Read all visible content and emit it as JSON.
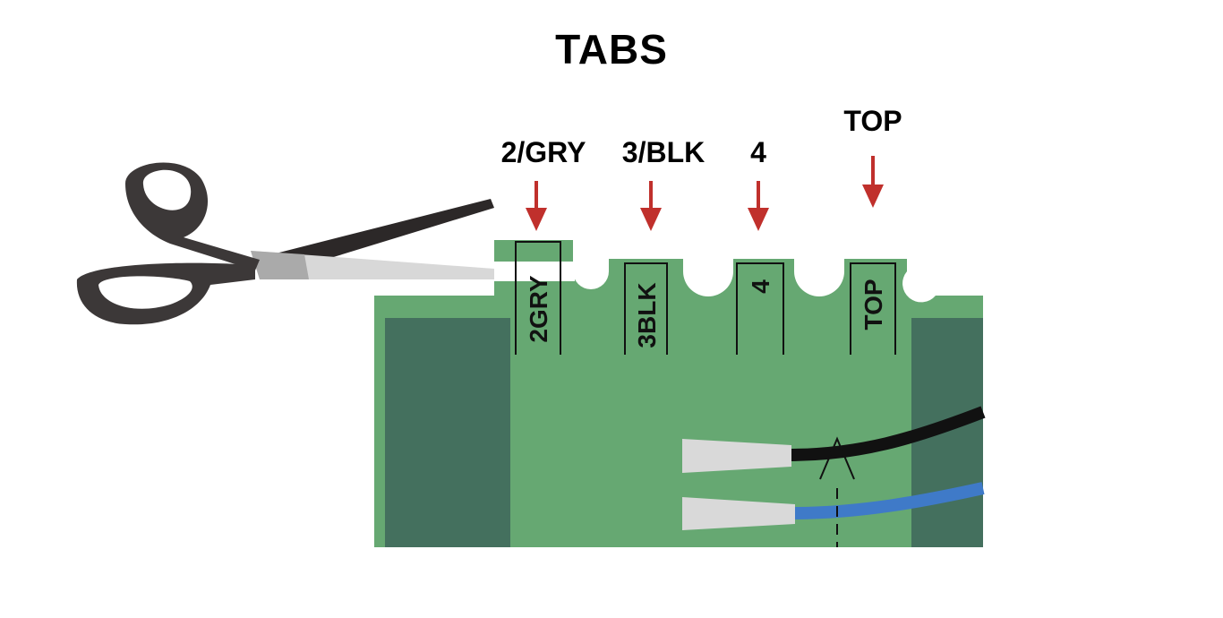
{
  "title": "TABS",
  "tabs": [
    {
      "label": "2/GRY",
      "board_text": "2GRY"
    },
    {
      "label": "3/BLK",
      "board_text": "3BLK"
    },
    {
      "label": "4",
      "board_text": "4"
    },
    {
      "label": "TOP",
      "board_text": "TOP"
    }
  ],
  "colors": {
    "board": "#66a872",
    "board_dark": "#44705e",
    "arrow": "#c0302c",
    "wire_black": "#111111",
    "wire_blue": "#3f7ac8",
    "scissors_handle": "#3c3838",
    "scissors_blade": "#d8d8d8"
  },
  "icons": [
    "scissors-icon",
    "arrow-down-icon"
  ]
}
